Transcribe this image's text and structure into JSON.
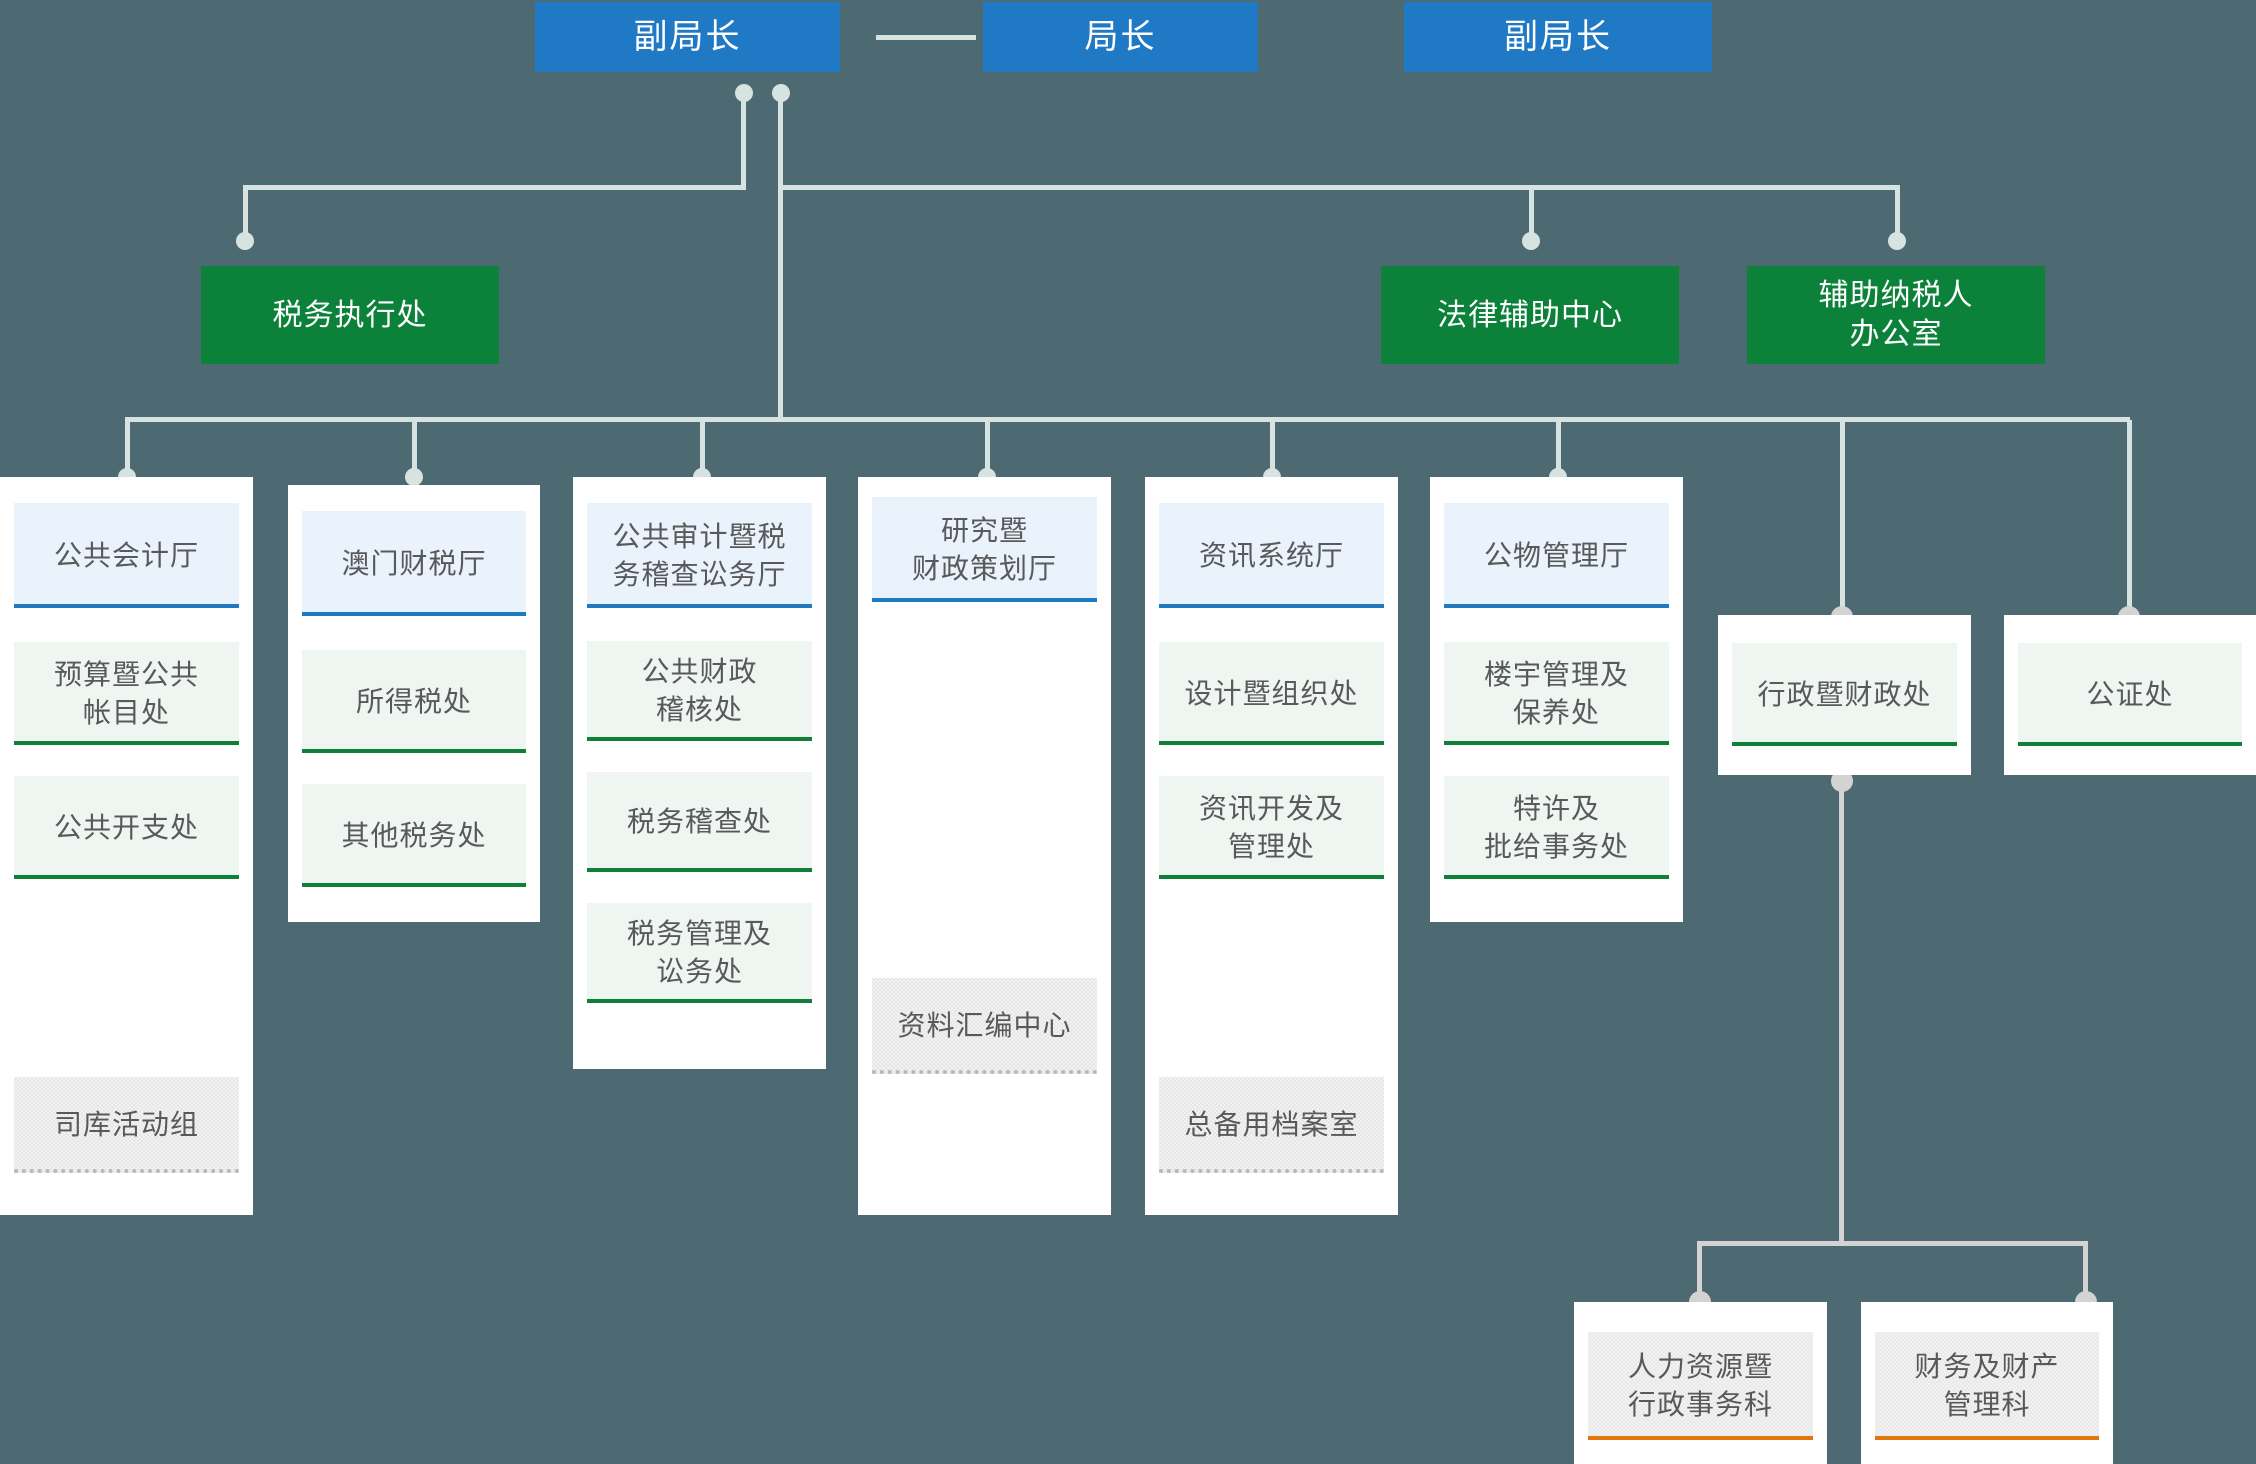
{
  "theme": {
    "background": "#4d6a72",
    "exec_box": "#2079c4",
    "green_box": "#0b8139",
    "card_bg": "#ffffff",
    "head_fill": "#eaf2fc",
    "head_rule": "#1f7ac0",
    "division_fill": "#eff5f1",
    "division_rule": "#0e8038",
    "unit_fill": "#f2f2f2",
    "unit_rule": "#b9b9b9",
    "section_rule": "#e1760f",
    "connector": "#d7e3e0",
    "text": "#58595b"
  },
  "executives": {
    "deputy_left": "副局长",
    "director": "局长",
    "deputy_right": "副局长"
  },
  "green_units": {
    "tax_execution": "税务执行处",
    "legal_aid_center": "法律辅助中心",
    "taxpayer_assistance_office": "辅助纳税人\n办公室",
    "taxpayer_assistance_office_line1": "辅助纳税人",
    "taxpayer_assistance_office_line2": "办公室"
  },
  "columns": [
    {
      "head": "公共会计厅",
      "items": [
        {
          "label": "预算暨公共\n帐目处",
          "line1": "预算暨公共",
          "line2": "帐目处",
          "type": "division"
        },
        {
          "label": "公共开支处",
          "line1": "公共开支处",
          "line2": "",
          "type": "division"
        }
      ],
      "footer": {
        "label": "司库活动组",
        "line1": "司库活动组",
        "line2": "",
        "type": "unit"
      }
    },
    {
      "head": "澳门财税厅",
      "items": [
        {
          "label": "所得税处",
          "line1": "所得税处",
          "line2": "",
          "type": "division"
        },
        {
          "label": "其他税务处",
          "line1": "其他税务处",
          "line2": "",
          "type": "division"
        }
      ],
      "footer": null
    },
    {
      "head": "公共审计暨税\n务稽查讼务厅",
      "head_line1": "公共审计暨税",
      "head_line2": "务稽查讼务厅",
      "items": [
        {
          "label": "公共财政\n稽核处",
          "line1": "公共财政",
          "line2": "稽核处",
          "type": "division"
        },
        {
          "label": "税务稽查处",
          "line1": "税务稽查处",
          "line2": "",
          "type": "division"
        },
        {
          "label": "税务管理及\n讼务处",
          "line1": "税务管理及",
          "line2": "讼务处",
          "type": "division"
        }
      ],
      "footer": null
    },
    {
      "head": "研究暨\n财政策划厅",
      "head_line1": "研究暨",
      "head_line2": "财政策划厅",
      "items": [],
      "footer": {
        "label": "资料汇编中心",
        "line1": "资料汇编中心",
        "line2": "",
        "type": "unit"
      }
    },
    {
      "head": "资讯系统厅",
      "items": [
        {
          "label": "设计暨组织处",
          "line1": "设计暨组织处",
          "line2": "",
          "type": "division"
        },
        {
          "label": "资讯开发及\n管理处",
          "line1": "资讯开发及",
          "line2": "管理处",
          "type": "division"
        }
      ],
      "footer": {
        "label": "总备用档案室",
        "line1": "总备用档案室",
        "line2": "",
        "type": "unit"
      }
    },
    {
      "head": "公物管理厅",
      "items": [
        {
          "label": "楼宇管理及\n保养处",
          "line1": "楼宇管理及",
          "line2": "保养处",
          "type": "division"
        },
        {
          "label": "特许及\n批给事务处",
          "line1": "特许及",
          "line2": "批给事务处",
          "type": "division"
        }
      ],
      "footer": null
    }
  ],
  "standalone": {
    "admin_finance": "行政暨财政处",
    "notary": "公证处"
  },
  "sections": [
    {
      "label": "人力资源暨\n行政事务科",
      "line1": "人力资源暨",
      "line2": "行政事务科"
    },
    {
      "label": "财务及财产\n管理科",
      "line1": "财务及财产",
      "line2": "管理科"
    }
  ]
}
